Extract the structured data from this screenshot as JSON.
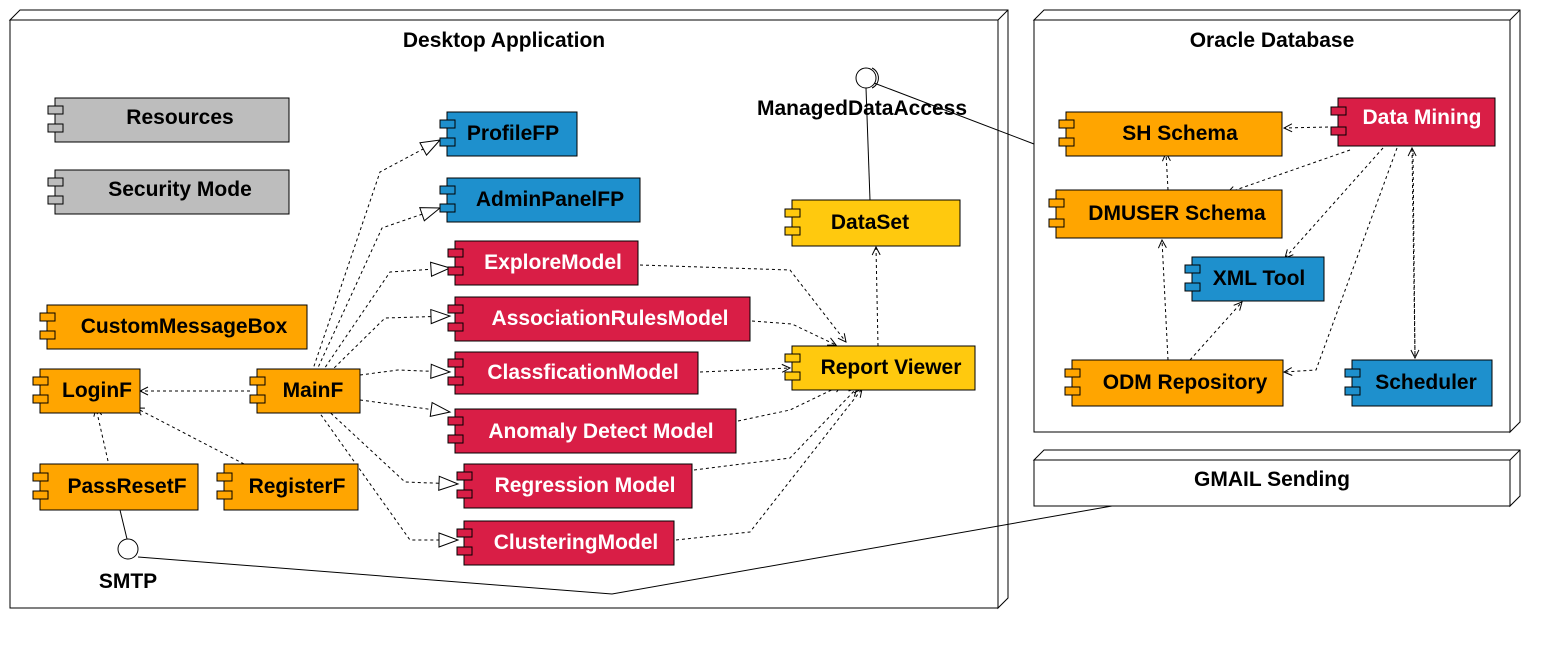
{
  "colors": {
    "gray": "#BDBDBD",
    "orange": "#FFA500",
    "blue": "#1E90CD",
    "red": "#D91E46",
    "yellow": "#FFC90E",
    "stroke": "#000000",
    "white_text": "#FFFFFF",
    "black_text": "#000000"
  },
  "nodes": {
    "desktop": {
      "title": "Desktop Application"
    },
    "oracle": {
      "title": "Oracle Database"
    },
    "gmail": {
      "title": "GMAIL Sending"
    }
  },
  "interfaces": {
    "managed_data_access": "ManagedDataAccess",
    "smtp": "SMTP"
  },
  "components": {
    "resources": "Resources",
    "security_mode": "Security Mode",
    "custom_message_box": "CustomMessageBox",
    "login_f": "LoginF",
    "pass_reset_f": "PassResetF",
    "register_f": "RegisterF",
    "main_f": "MainF",
    "profile_fp": "ProfileFP",
    "admin_panel_fp": "AdminPanelFP",
    "explore_model": "ExploreModel",
    "association_rules_model": "AssociationRulesModel",
    "classfication_model": "ClassficationModel",
    "anomaly_detect_model": "Anomaly Detect Model",
    "regression_model": "Regression Model",
    "clustering_model": "ClusteringModel",
    "dataset": "DataSet",
    "report_viewer": "Report Viewer",
    "sh_schema": "SH Schema",
    "data_mining": "Data Mining",
    "dmuser_schema": "DMUSER Schema",
    "xml_tool": "XML Tool",
    "odm_repository": "ODM Repository",
    "scheduler": "Scheduler"
  }
}
